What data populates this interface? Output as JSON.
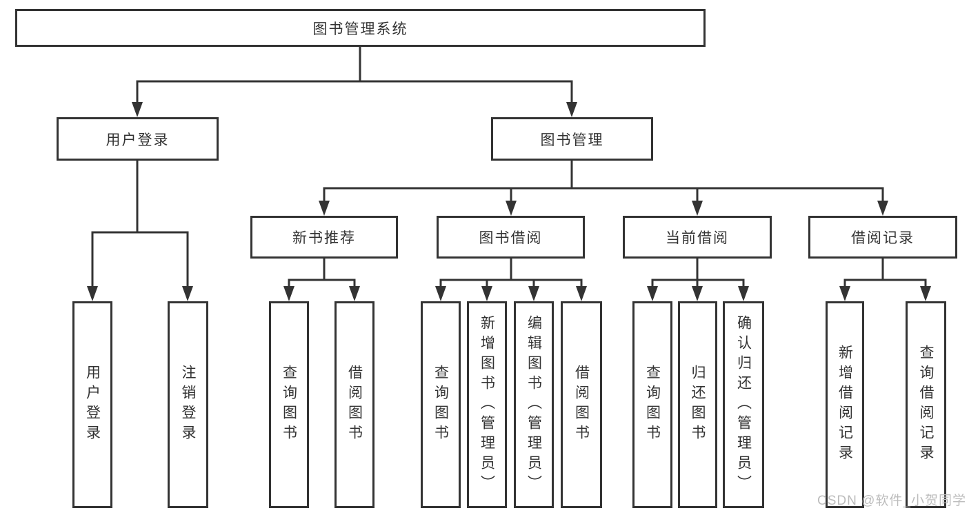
{
  "tree": {
    "root": "图书管理系统",
    "children": [
      {
        "label": "用户登录",
        "leaves": [
          "用户登录",
          "注销登录"
        ]
      },
      {
        "label": "图书管理",
        "children": [
          {
            "label": "新书推荐",
            "leaves": [
              "查询图书",
              "借阅图书"
            ]
          },
          {
            "label": "图书借阅",
            "leaves": [
              "查询图书",
              "新增图书（管理员）",
              "编辑图书（管理员）",
              "借阅图书"
            ]
          },
          {
            "label": "当前借阅",
            "leaves": [
              "查询图书",
              "归还图书",
              "确认归还（管理员）"
            ]
          },
          {
            "label": "借阅记录",
            "leaves": [
              "新增借阅记录",
              "查询借阅记录"
            ]
          }
        ]
      }
    ]
  },
  "watermark": "CSDN @软件_小贺同学",
  "colors": {
    "line": "#333333",
    "text": "#333333",
    "box_fill": "#ffffff",
    "background": "#ffffff",
    "watermark": "#bcbcbc"
  }
}
